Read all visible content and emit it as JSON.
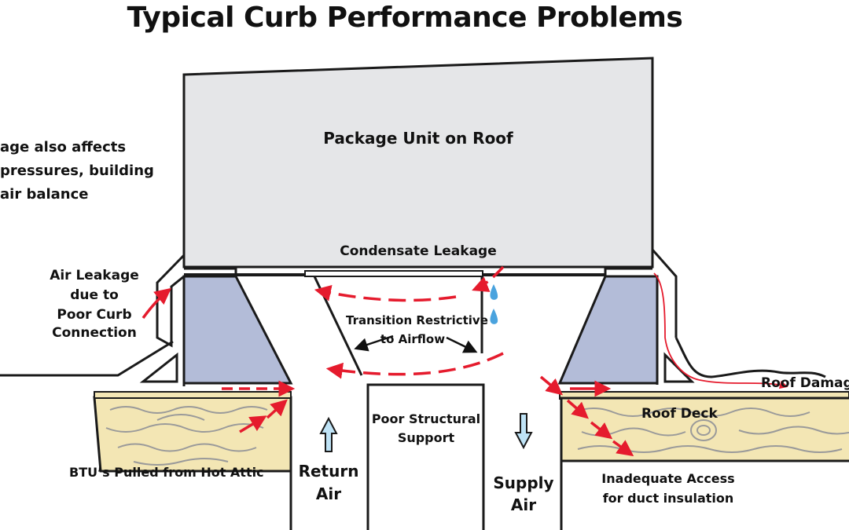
{
  "title": "Typical Curb Performance Problems",
  "labels": {
    "side_note": [
      "age also affects",
      "pressures, building",
      "air balance"
    ],
    "package_unit": "Package Unit on Roof",
    "condensate": "Condensate Leakage",
    "air_leakage": [
      "Air Leakage",
      "due to",
      "Poor Curb",
      "Connection"
    ],
    "transition": [
      "Transition Restrictive",
      "to Airflow"
    ],
    "roof_damage": "Roof Damag",
    "roof_deck": "Roof Deck",
    "structural": [
      "Poor Structural",
      "Support"
    ],
    "btu": "BTU’s Pulled from Hot Attic",
    "return_air": [
      "Return",
      "Air"
    ],
    "supply_air": [
      "Supply",
      "Air"
    ],
    "access": [
      "Inadequate Access",
      "for duct insulation"
    ]
  },
  "colors": {
    "unit_fill": "#e5e6e8",
    "curb_fill": "#b3bcd8",
    "wood_fill": "#f3e6b4",
    "wood_grain": "#9a9a9a",
    "leak_arrow": "#e51b2d",
    "airflow_arrow": "#bfe3f6",
    "drip": "#4aa3de",
    "outline": "#1a1a1a"
  }
}
